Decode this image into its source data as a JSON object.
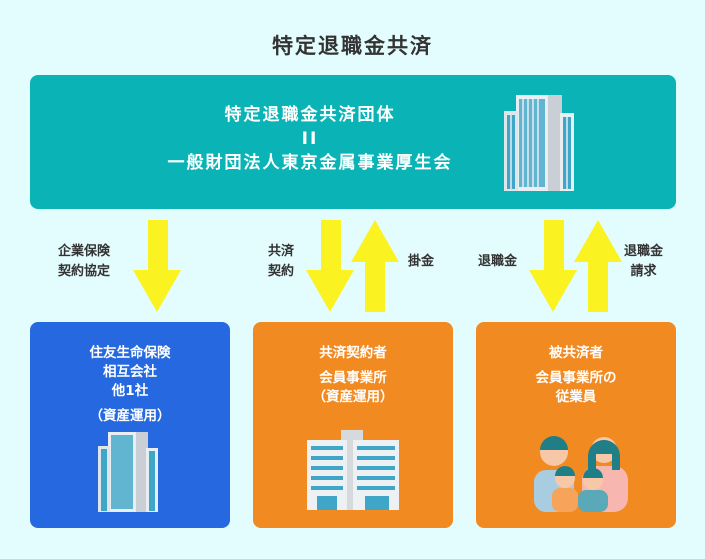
{
  "title": "特定退職金共済",
  "top_box": {
    "line1": "特定退職金共済団体",
    "line2": "II",
    "line3": "一般財団法人東京金属事業厚生会"
  },
  "arrows": {
    "left": {
      "line1": "企業保険",
      "line2": "契約協定"
    },
    "middle_down": {
      "line1": "共済",
      "line2": "契約"
    },
    "middle_up": "掛金",
    "right_down": "退職金",
    "right_up": {
      "line1": "退職金",
      "line2": "請求"
    }
  },
  "boxes": [
    {
      "lines": [
        "住友生命保険",
        "相互会社",
        "他1社"
      ],
      "sub": "（資産運用）"
    },
    {
      "title": "共済契約者",
      "lines": [
        "会員事業所",
        "（資産運用）"
      ]
    },
    {
      "title": "被共済者",
      "lines": [
        "会員事業所の",
        "従業員"
      ]
    }
  ],
  "colors": {
    "teal": "#0ab3b5",
    "blue": "#2668e0",
    "orange": "#f28a22",
    "arrow": "#fbf222",
    "bg": "#e3fcfd"
  }
}
